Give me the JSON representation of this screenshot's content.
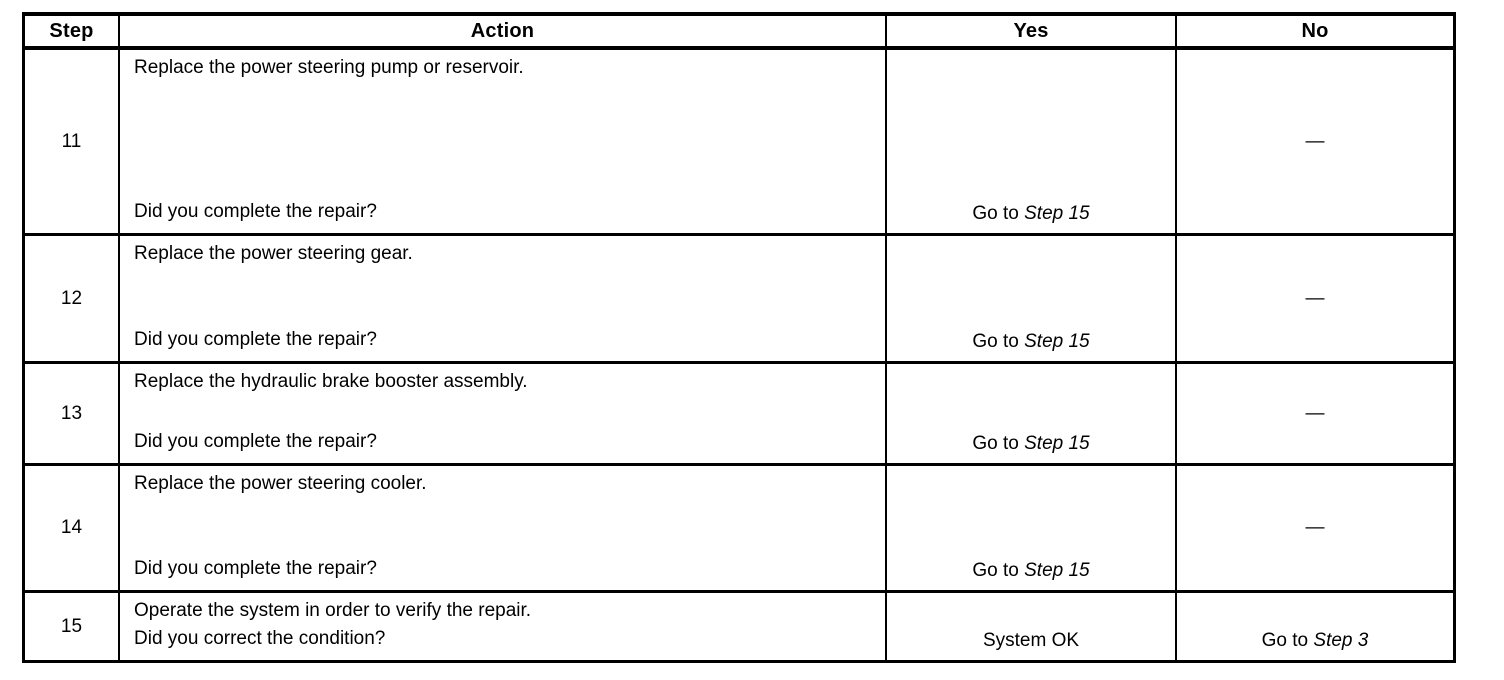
{
  "table": {
    "headers": {
      "step": "Step",
      "action": "Action",
      "yes": "Yes",
      "no": "No"
    },
    "rows": [
      {
        "step": "11",
        "action": "Replace the power steering pump or reservoir.",
        "question": "Did you complete the repair?",
        "yes": {
          "text": "Go to ",
          "italic": "Step 15"
        },
        "no": {
          "text": "—",
          "italic": ""
        }
      },
      {
        "step": "12",
        "action": "Replace the power steering gear.",
        "question": "Did you complete the repair?",
        "yes": {
          "text": "Go to ",
          "italic": "Step 15"
        },
        "no": {
          "text": "—",
          "italic": ""
        }
      },
      {
        "step": "13",
        "action": "Replace the hydraulic brake booster assembly.",
        "question": "Did you complete the repair?",
        "yes": {
          "text": "Go to ",
          "italic": "Step 15"
        },
        "no": {
          "text": "—",
          "italic": ""
        }
      },
      {
        "step": "14",
        "action": "Replace the power steering cooler.",
        "question": "Did you complete the repair?",
        "yes": {
          "text": "Go to ",
          "italic": "Step 15"
        },
        "no": {
          "text": "—",
          "italic": ""
        }
      },
      {
        "step": "15",
        "action": "Operate the system in order to verify the repair.",
        "question": "Did you correct the condition?",
        "yes": {
          "text": "System OK",
          "italic": ""
        },
        "no": {
          "text": "Go to ",
          "italic": "Step 3"
        }
      }
    ]
  },
  "colors": {
    "border": "#000000",
    "text": "#000000",
    "background": "#ffffff"
  }
}
